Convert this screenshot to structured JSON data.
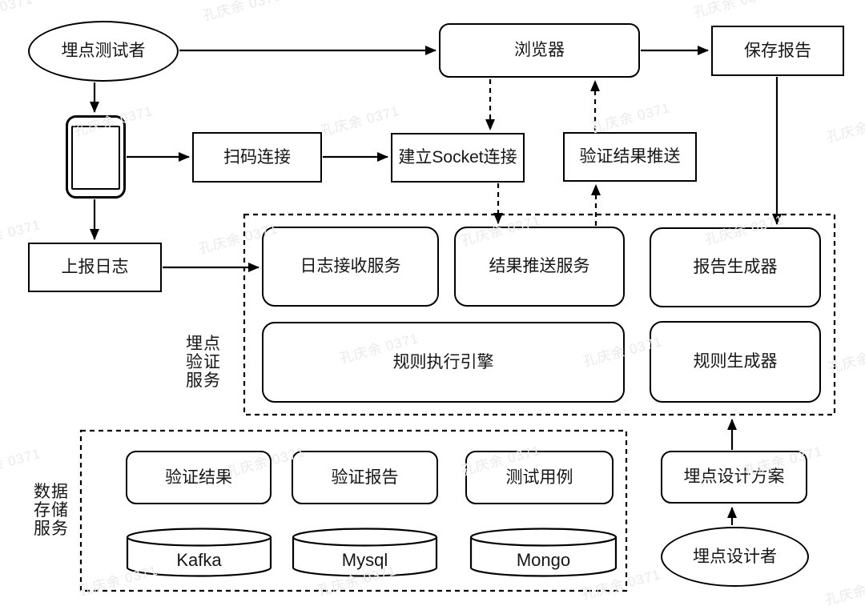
{
  "watermark": {
    "text": "孔庆余 0371"
  },
  "labels": {
    "tester": "埋点测试者",
    "browser": "浏览器",
    "save_report": "保存报告",
    "scan_connect": "扫码连接",
    "socket_connect": "建立Socket连接",
    "verify_result_push": "验证结果推送",
    "report_log": "上报日志",
    "log_receive_service": "日志接收服务",
    "result_push_service": "结果推送服务",
    "report_generator": "报告生成器",
    "rule_exec_engine": "规则执行引擎",
    "rule_generator": "规则生成器",
    "verify_result": "验证结果",
    "verify_report": "验证报告",
    "test_case": "测试用例",
    "kafka": "Kafka",
    "mysql": "Mysql",
    "mongo": "Mongo",
    "design_plan": "埋点设计方案",
    "designer": "埋点设计者"
  },
  "group_labels": {
    "validation": [
      "埋点",
      "验证",
      "服务"
    ],
    "storage": [
      "数据",
      "存储",
      "服务"
    ]
  },
  "colors": {
    "stroke": "#000000",
    "node_fill": "#ffffff",
    "text": "#161616",
    "watermark": "#eaeaea"
  }
}
